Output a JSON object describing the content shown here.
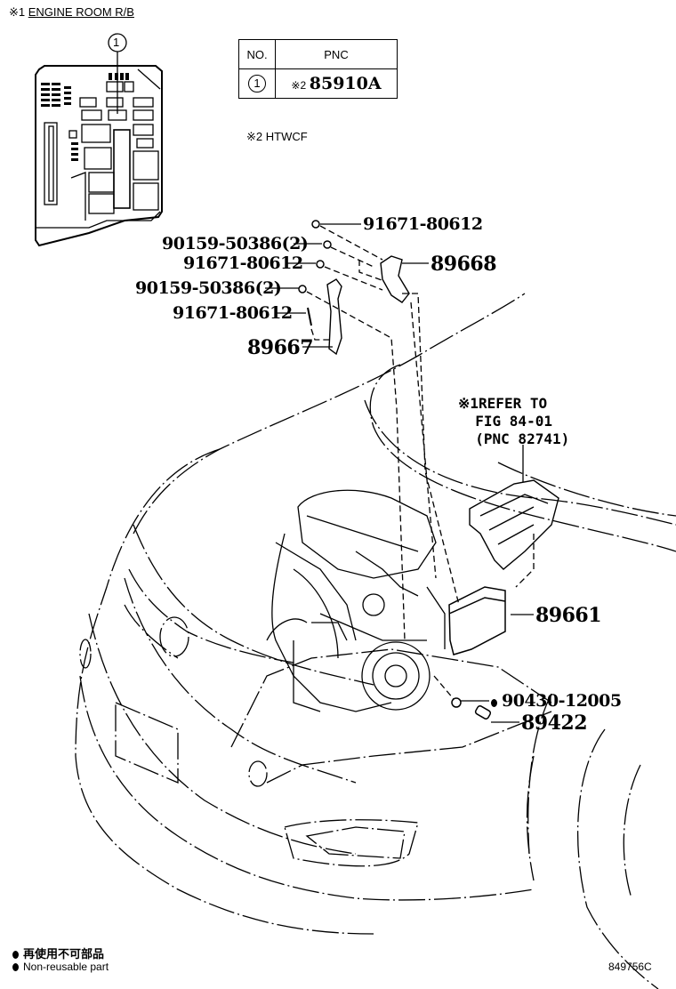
{
  "header": {
    "ref_mark": "※1",
    "title": "ENGINE ROOM R/B",
    "callout_number": "1"
  },
  "pnc_table": {
    "columns": [
      "NO.",
      "PNC"
    ],
    "rows": [
      {
        "no": "1",
        "note_mark": "※2",
        "pnc": "85910A"
      }
    ]
  },
  "notes": {
    "note2": "※2 HTWCF",
    "refer": "※1REFER TO\n  FIG 84-01\n  (PNC 82741)"
  },
  "parts": [
    {
      "id": "p1",
      "number": "91671-80612"
    },
    {
      "id": "p2",
      "number": "90159-50386(2)"
    },
    {
      "id": "p3",
      "number": "91671-80612"
    },
    {
      "id": "p4",
      "number": "89668"
    },
    {
      "id": "p5",
      "number": "90159-50386(2)"
    },
    {
      "id": "p6",
      "number": "91671-80612"
    },
    {
      "id": "p7",
      "number": "89667"
    },
    {
      "id": "p8",
      "number": "89661"
    },
    {
      "id": "p9",
      "number": "90430-12005",
      "non_reusable": true
    },
    {
      "id": "p10",
      "number": "89422"
    }
  ],
  "footer": {
    "legend_jp": "再使用不可部品",
    "legend_en": "Non-reusable part",
    "figure_id": "849756C"
  }
}
